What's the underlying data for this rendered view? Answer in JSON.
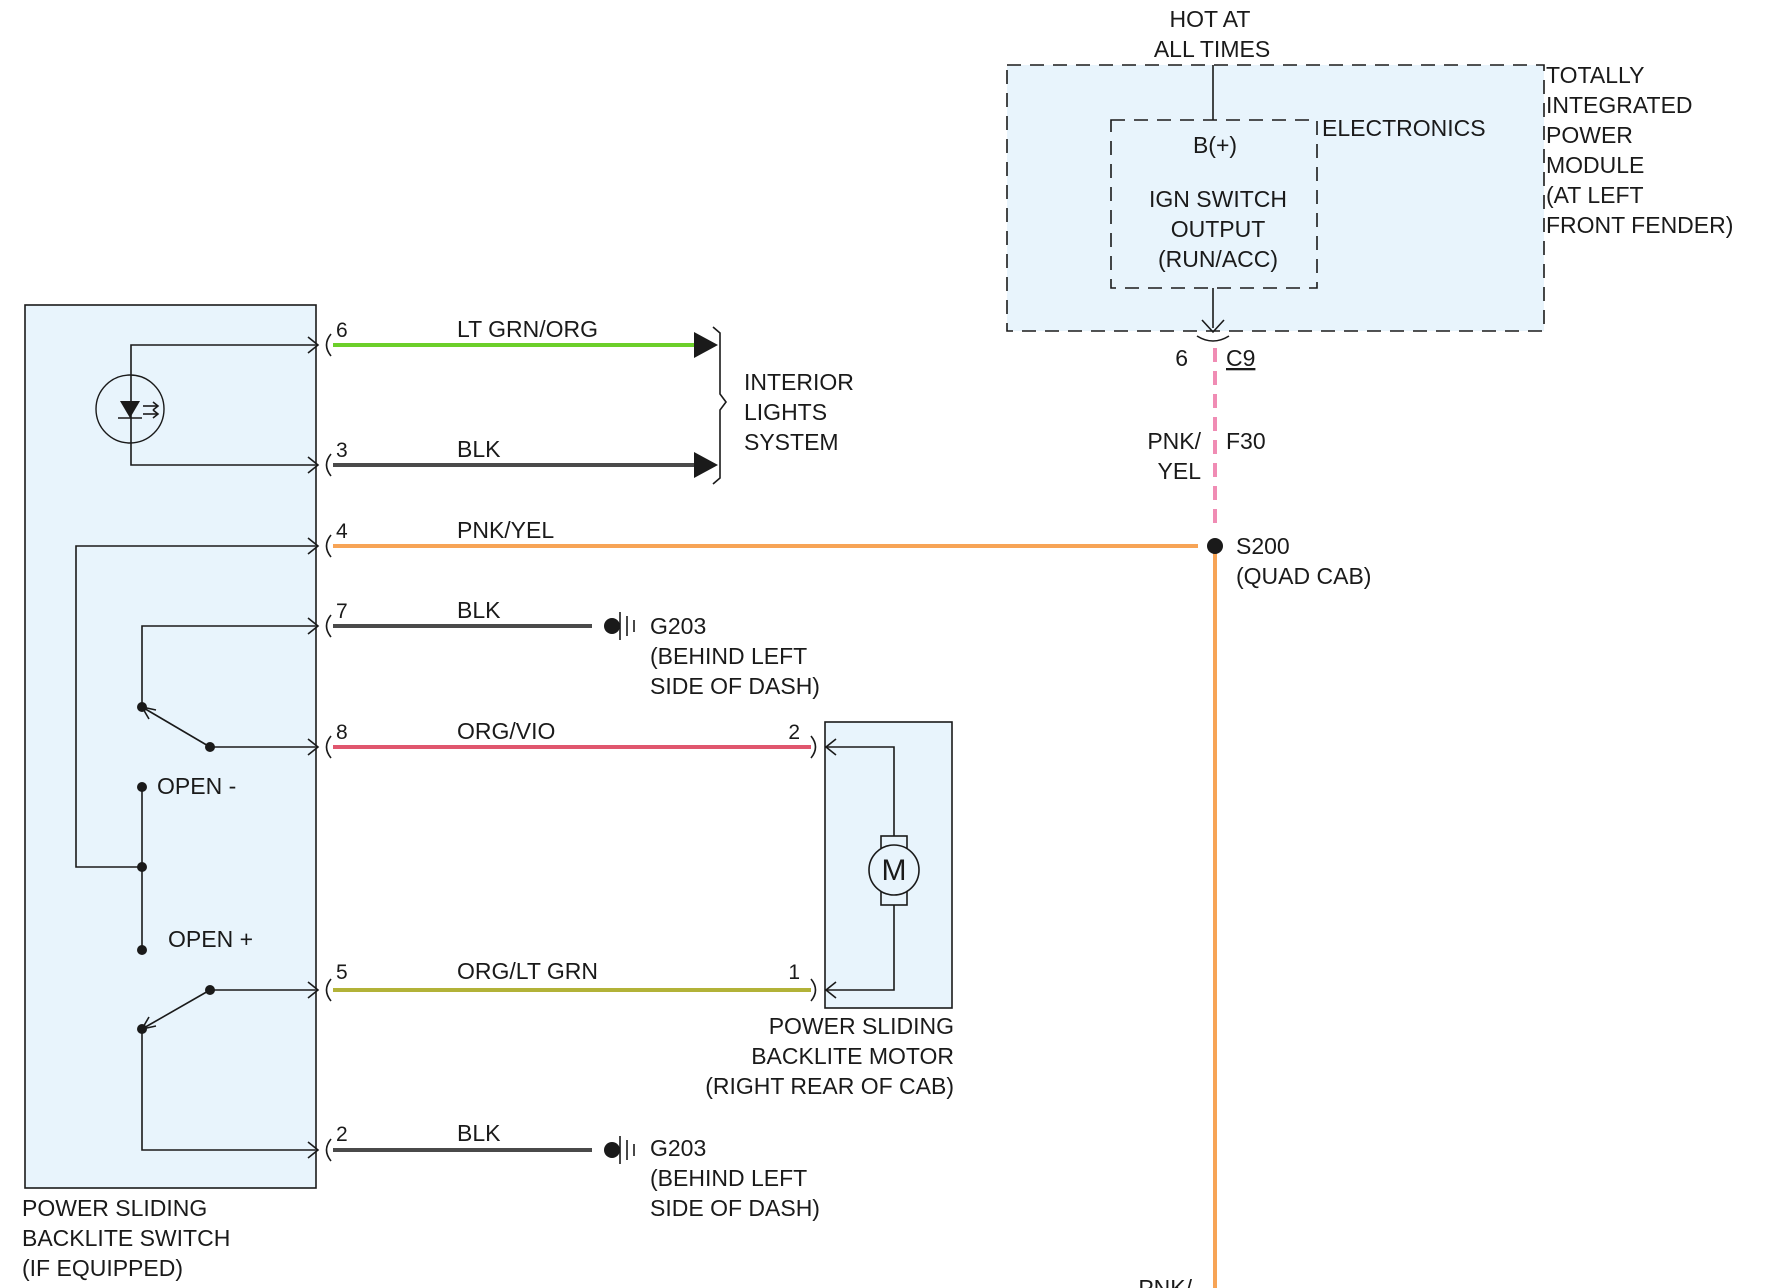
{
  "tipm": {
    "hot_line1": "HOT AT",
    "hot_line2": "ALL TIMES",
    "electronics": "ELECTRONICS",
    "bplus": "B(+)",
    "ign_line1": "IGN SWITCH",
    "ign_line2": "OUTPUT",
    "ign_line3": "(RUN/ACC)",
    "name_line1": "TOTALLY",
    "name_line2": "INTEGRATED",
    "name_line3": "POWER",
    "name_line4": "MODULE",
    "name_line5": "(AT LEFT",
    "name_line6": "FRONT FENDER)",
    "pin": "6",
    "connector": "C9",
    "fuse": "F30",
    "wire_line1": "PNK/",
    "wire_line2": "YEL"
  },
  "splice": {
    "id": "S200",
    "note": "(QUAD CAB)"
  },
  "bottom_wire_partial": "PNK/",
  "switch": {
    "name_line1": "POWER SLIDING",
    "name_line2": "BACKLITE SWITCH",
    "name_line3": "(IF EQUIPPED)",
    "open_minus": "OPEN -",
    "open_plus": "OPEN +"
  },
  "circuits": [
    {
      "pin": "6",
      "wire": "LT GRN/ORG",
      "color": "#6ccf2a"
    },
    {
      "pin": "3",
      "wire": "BLK",
      "color": "#4a4a4a"
    },
    {
      "pin": "4",
      "wire": "PNK/YEL",
      "color": "#f7a456"
    },
    {
      "pin": "7",
      "wire": "BLK",
      "color": "#4a4a4a"
    },
    {
      "pin": "8",
      "wire": "ORG/VIO",
      "color": "#e0566e"
    },
    {
      "pin": "5",
      "wire": "ORG/LT GRN",
      "color": "#b2b238"
    },
    {
      "pin": "2",
      "wire": "BLK",
      "color": "#4a4a4a"
    }
  ],
  "interior_lights": {
    "line1": "INTERIOR",
    "line2": "LIGHTS",
    "line3": "SYSTEM"
  },
  "ground_top": {
    "id": "G203",
    "line2": "(BEHIND LEFT",
    "line3": "SIDE OF DASH)"
  },
  "ground_bottom": {
    "id": "G203",
    "line2": "(BEHIND LEFT",
    "line3": "SIDE OF DASH)"
  },
  "motor": {
    "symbol": "M",
    "pin_top": "2",
    "pin_bottom": "1",
    "name_line1": "POWER SLIDING",
    "name_line2": "BACKLITE MOTOR",
    "name_line3": "(RIGHT REAR OF CAB)"
  },
  "colors": {
    "box_fill": "#e8f4fc",
    "pnk_yel_dashed": "#f08cb4",
    "pnk_yel_solid": "#f7a456"
  }
}
